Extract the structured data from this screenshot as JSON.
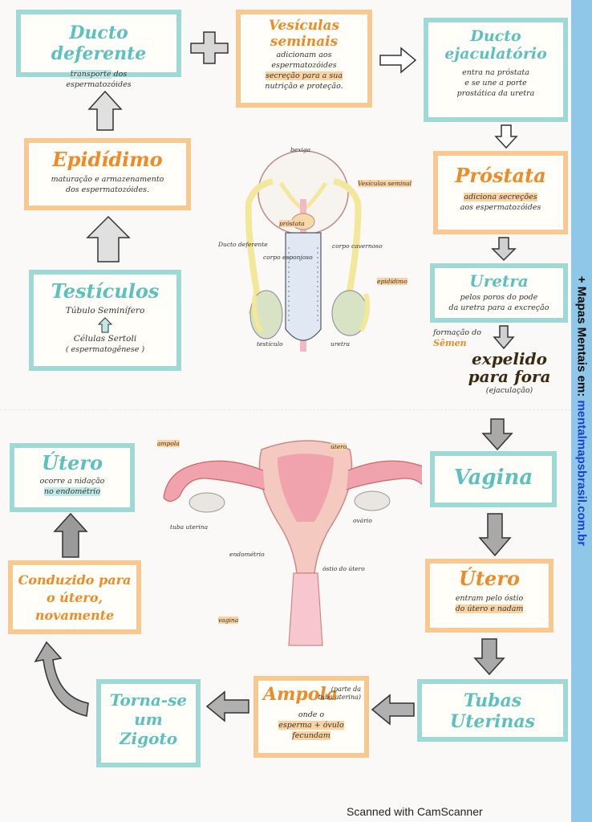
{
  "sidebar": {
    "prefix": "+ Mapas Mentais em: ",
    "url": "mentalmapsbrasil.com.br"
  },
  "boxes": {
    "ducto_deferente": {
      "title": "Ducto deferente",
      "line1": "transporte",
      "line1b": " dos",
      "line2": "espermatozóides"
    },
    "vesiculas": {
      "title1": "Vesículas",
      "title2": "seminais",
      "line1": "adicionam aos",
      "line2": "espermatozóides",
      "line3": "secreção para a sua",
      "line4": "nutrição e proteção."
    },
    "ducto_ejaculatorio": {
      "title1": "Ducto",
      "title2": "ejaculatório",
      "line1": "entra na próstata",
      "line2": "e se une a porte",
      "line3": "prostática da uretra"
    },
    "epididimo": {
      "title": "Epidídimo",
      "line1": "maturação e armazenamento",
      "line2": "dos espermatozóides."
    },
    "prostata": {
      "title": "Próstata",
      "line1": "adiciona secreções",
      "line2": "aos espermatozóides"
    },
    "testiculos": {
      "title": "Testículos",
      "line1": "Túbulo Seminífero",
      "line2": "Células Sertoli",
      "line3": "( espermatogênese )"
    },
    "uretra": {
      "title": "Uretra",
      "line1": "pelos poros do pode",
      "line2": "da uretra para a excreção"
    },
    "semen": {
      "line1": "formação do",
      "line2": "Sêmen",
      "big1": "expelido",
      "big2": "para fora",
      "sub": "(ejaculação)"
    },
    "utero_top": {
      "title": "Útero",
      "line1": "ocorre a nidação",
      "line2": "no endométrio"
    },
    "vagina": {
      "title": "Vagina"
    },
    "conduzido": {
      "line1": "Conduzido para",
      "line2": "o útero,",
      "line3": "novamente"
    },
    "utero_right": {
      "title": "Útero",
      "line1": "entram pelo óstio",
      "line2": "do útero e nadam"
    },
    "zigoto": {
      "line1": "Torna-se",
      "line2": "um",
      "line3": "Zigoto"
    },
    "ampola": {
      "title": "Ampola",
      "note1": "(parte da",
      "note2": "tuba uterina)",
      "line1": "onde o",
      "line2": "esperma + óvulo",
      "line3": "fecundam"
    },
    "tubas": {
      "line1": "Tubas",
      "line2": "Uterinas"
    }
  },
  "male_labels": {
    "bexiga": "bexiga",
    "vesicula": "Vesículas seminal",
    "prostata": "próstata",
    "ducto": "Ducto deferente",
    "corpo_esp": "corpo esponjoso",
    "corpo_cav": "corpo cavernoso",
    "epididimo": "epidídimo",
    "testiculo": "testículo",
    "uretra": "uretra"
  },
  "female_labels": {
    "ampola": "ampola",
    "utero": "útero",
    "tuba": "tuba uterina",
    "ovario": "ovário",
    "endometrio": "endométrio",
    "ostio": "óstio do útero",
    "vagina": "vagina"
  },
  "footer": "Scanned with CamScanner",
  "colors": {
    "teal": "#5bc1bd",
    "orange": "#f08a26",
    "arrow": "#9a9a9a",
    "sidebar": "#8fc7e8"
  }
}
